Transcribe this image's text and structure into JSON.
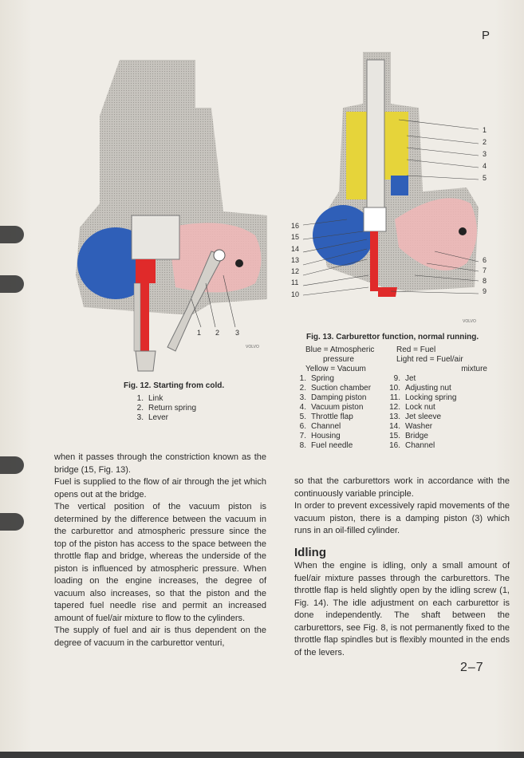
{
  "page_letter": "P",
  "page_number": "2–7",
  "fig12": {
    "title": "Fig. 12.  Starting from cold.",
    "items": [
      {
        "n": "1.",
        "label": "Link"
      },
      {
        "n": "2.",
        "label": "Return spring"
      },
      {
        "n": "3.",
        "label": "Lever"
      }
    ],
    "callouts": [
      "1",
      "2",
      "3"
    ],
    "logo": "VOLVO"
  },
  "fig13": {
    "title": "Fig. 13.  Carburettor function, normal running.",
    "legend": {
      "blue": "Blue = Atmospheric",
      "blue2": "pressure",
      "yellow": "Yellow = Vacuum",
      "red": "Red = Fuel",
      "lightred": "Light red = Fuel/air",
      "lightred2": "mixture"
    },
    "left_items": [
      {
        "n": "1.",
        "label": "Spring"
      },
      {
        "n": "2.",
        "label": "Suction chamber"
      },
      {
        "n": "3.",
        "label": "Damping piston"
      },
      {
        "n": "4.",
        "label": "Vacuum piston"
      },
      {
        "n": "5.",
        "label": "Throttle flap"
      },
      {
        "n": "6.",
        "label": "Channel"
      },
      {
        "n": "7.",
        "label": "Housing"
      },
      {
        "n": "8.",
        "label": "Fuel needle"
      }
    ],
    "right_items": [
      {
        "n": "9.",
        "label": "Jet"
      },
      {
        "n": "10.",
        "label": "Adjusting nut"
      },
      {
        "n": "11.",
        "label": "Locking spring"
      },
      {
        "n": "12.",
        "label": "Lock nut"
      },
      {
        "n": "13.",
        "label": "Jet sleeve"
      },
      {
        "n": "14.",
        "label": "Washer"
      },
      {
        "n": "15.",
        "label": "Bridge"
      },
      {
        "n": "16.",
        "label": "Channel"
      }
    ],
    "right_callouts": [
      "1",
      "2",
      "3",
      "4",
      "5",
      "6",
      "7",
      "8",
      "9"
    ],
    "left_callouts": [
      "16",
      "15",
      "14",
      "13",
      "12",
      "11",
      "10"
    ],
    "logo": "VOLVO"
  },
  "left_column": "when it passes through the constriction known as the bridge (15, Fig. 13).\nFuel is supplied to the flow of air through the jet which opens out at the bridge.\nThe vertical position of the vacuum piston is determined by the difference between the vacuum in the carburettor and atmospheric pressure since the top of the piston has access to the space between the throttle flap and bridge, whereas the underside of the piston is influenced by atmospheric pressure. When loading on the engine increases, the degree of vacuum also increases, so that the piston and the tapered fuel needle rise and permit an increased amount of fuel/air mixture to flow to the cylinders.\nThe supply of fuel and air is thus dependent on the degree of vacuum in the carburettor venturi,",
  "right_column_intro": "so that the carburettors work in accordance with the continuously variable principle.\nIn order to prevent excessively rapid movements of the vacuum piston, there is a damping piston (3) which runs in an oil-filled cylinder.",
  "idling": {
    "heading": "Idling",
    "text": "When the engine is idling, only a small amount of fuel/air mixture passes through the carburettors. The throttle flap is held slightly open by the idling screw (1, Fig. 14). The idle adjustment on each carburettor is done independently. The shaft between the carburettors, see Fig. 8, is not permanently fixed to the throttle flap spindles but is flexibly mounted in the ends of the levers."
  },
  "colors": {
    "blue": "#2f5fb8",
    "red": "#e02a2a",
    "lightred": "#f0b7b7",
    "yellow": "#e6d43a",
    "grey": "#bdbab4"
  }
}
